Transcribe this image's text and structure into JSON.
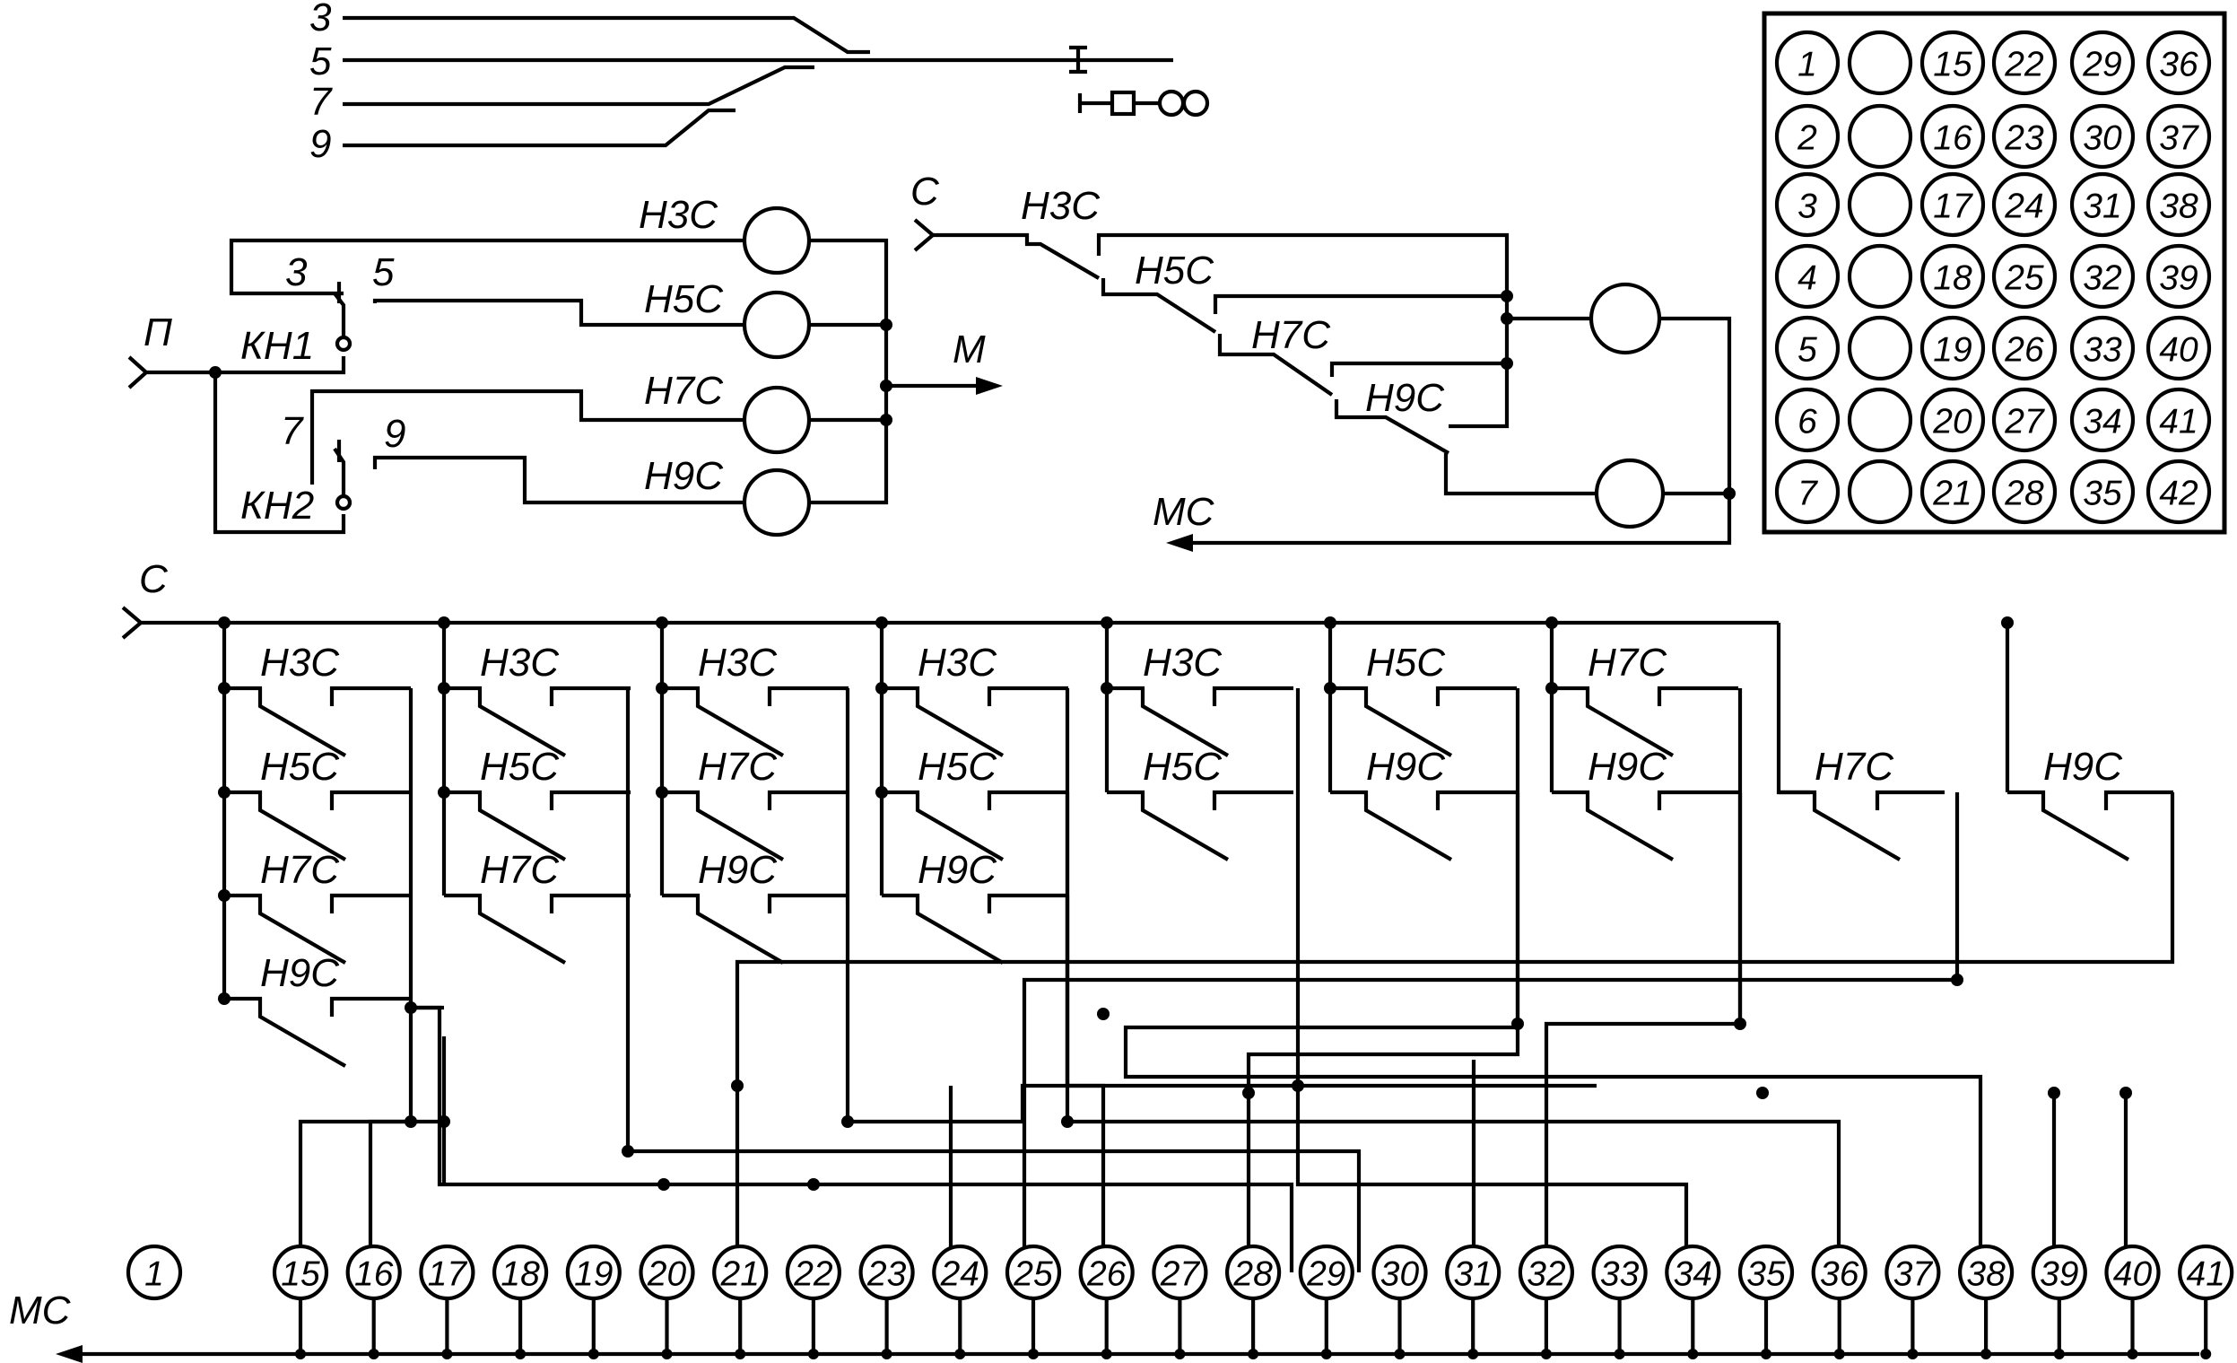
{
  "track": {
    "labels": [
      "3",
      "5",
      "7",
      "9"
    ]
  },
  "left_circuit": {
    "input_label": "П",
    "output_label": "М",
    "switch1": {
      "name": "КН1",
      "pos_a": "3",
      "pos_b": "5"
    },
    "switch2": {
      "name": "КН2",
      "pos_a": "7",
      "pos_b": "9"
    },
    "relays": [
      "Н3С",
      "Н5С",
      "Н7С",
      "Н9С"
    ]
  },
  "right_circuit": {
    "input_label": "С",
    "output_label": "МС",
    "relays": [
      "Н3С",
      "Н5С",
      "Н7С",
      "Н9С"
    ]
  },
  "lamp_panel": {
    "rows": [
      [
        "1",
        "",
        "15",
        "22",
        "29",
        "36"
      ],
      [
        "2",
        "",
        "16",
        "23",
        "30",
        "37"
      ],
      [
        "3",
        "",
        "17",
        "24",
        "31",
        "38"
      ],
      [
        "4",
        "",
        "18",
        "25",
        "32",
        "39"
      ],
      [
        "5",
        "",
        "19",
        "26",
        "33",
        "40"
      ],
      [
        "6",
        "",
        "20",
        "27",
        "34",
        "41"
      ],
      [
        "7",
        "",
        "21",
        "28",
        "35",
        "42"
      ]
    ]
  },
  "matrix": {
    "input_label": "С",
    "output_label": "МС",
    "columns": [
      [
        "Н3С",
        "Н5С",
        "Н7С",
        "Н9С"
      ],
      [
        "Н3С",
        "Н5С",
        "Н7С"
      ],
      [
        "Н3С",
        "Н7С",
        "Н9С"
      ],
      [
        "Н3С",
        "Н5С",
        "Н9С"
      ],
      [
        "Н3С",
        "Н5С"
      ],
      [
        "Н5С",
        "Н9С"
      ],
      [
        "Н7С",
        "Н9С"
      ],
      [
        "Н7С"
      ],
      [
        "Н9С"
      ]
    ],
    "lamps": [
      "1",
      "15",
      "16",
      "17",
      "18",
      "19",
      "20",
      "21",
      "22",
      "23",
      "24",
      "25",
      "26",
      "27",
      "28",
      "29",
      "30",
      "31",
      "32",
      "33",
      "34",
      "35",
      "36",
      "37",
      "38",
      "39",
      "40",
      "41"
    ]
  }
}
